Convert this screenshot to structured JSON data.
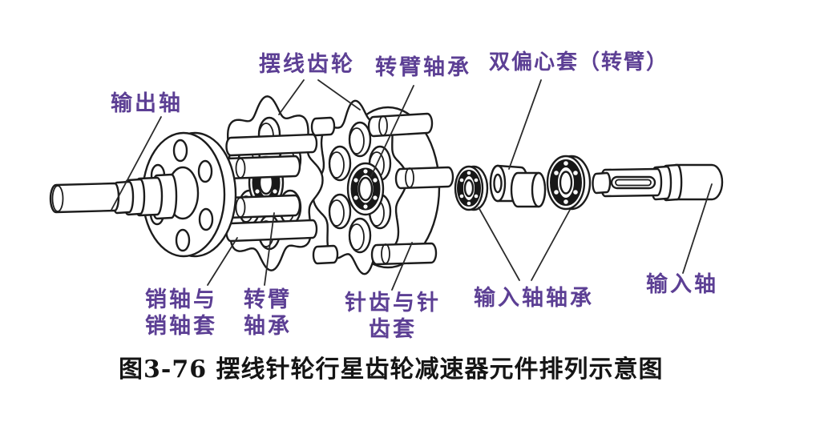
{
  "figure": {
    "caption": "图3-76 摆线针轮行星齿轮减速器元件排列示意图",
    "label_color": "#5c3f94",
    "line_color": "#1c1c1c",
    "background_color": "#ffffff"
  },
  "labels": {
    "output_shaft": "输出轴",
    "cycloid_gear": "摆线齿轮",
    "crank_arm_bearing_top": "转臂轴承",
    "double_eccentric_sleeve": "双偏心套（转臂）",
    "pin_shaft_line1": "销轴与",
    "pin_shaft_line2": "销轴套",
    "crank_arm_bearing_bottom_line1": "转臂",
    "crank_arm_bearing_bottom_line2": "轴承",
    "pin_teeth_line1": "针齿与针",
    "pin_teeth_line2": "齿套",
    "input_shaft_bearing": "输入轴轴承",
    "input_shaft": "输入轴"
  }
}
